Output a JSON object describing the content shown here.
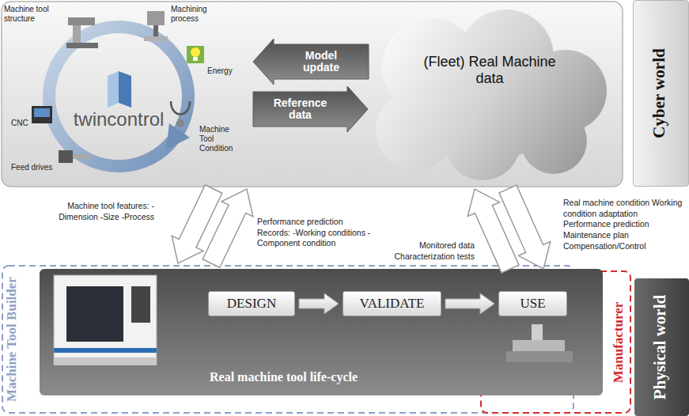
{
  "diagram": {
    "nodes": [
      {
        "text": [
          "Cyber world"
        ]
      },
      {
        "text": [
          "twincontrol"
        ],
        "in": 0
      },
      {
        "text": [
          "(Fleet) Real Machine data"
        ],
        "in": 0
      },
      {
        "text": [
          "Machine Tool Builder"
        ]
      },
      {
        "text": [
          "Manufacturer"
        ]
      },
      {
        "text": [
          "Real machine tool life-cycle",
          "Physical world"
        ]
      },
      {
        "text": [
          "DESIGN"
        ],
        "in": 5
      },
      {
        "text": [
          "VALIDATE"
        ],
        "in": 5
      },
      {
        "text": [
          "USE"
        ],
        "in": 5
      }
    ],
    "edges": [
      {
        "from": 2,
        "to": 1,
        "arrow": "to",
        "label": "Model update"
      },
      {
        "from": 1,
        "to": 2,
        "arrow": "to",
        "label": "Reference data"
      },
      {
        "from": 0,
        "to": 3,
        "arrow": "to",
        "label": "Machine tool features: -Dimension -Size -Process"
      },
      {
        "from": 3,
        "to": 0,
        "arrow": "to",
        "label": "Performance prediction Records: -Working conditions -Component condition"
      },
      {
        "from": 4,
        "to": 0,
        "arrow": "to",
        "label": "Monitored data Characterization tests"
      },
      {
        "from": 0,
        "to": 4,
        "arrow": "to",
        "label": "Real machine condition Working condition adaptation Performance prediction Maintenance plan Compensation/Control"
      },
      {
        "from": 6,
        "to": 7,
        "arrow": "to"
      },
      {
        "from": 7,
        "to": 8,
        "arrow": "to"
      }
    ],
    "labels": [
      "Machine tool structure",
      "Machining process",
      "Energy",
      "Machine Tool Condition",
      "CNC",
      "Feed drives"
    ]
  }
}
